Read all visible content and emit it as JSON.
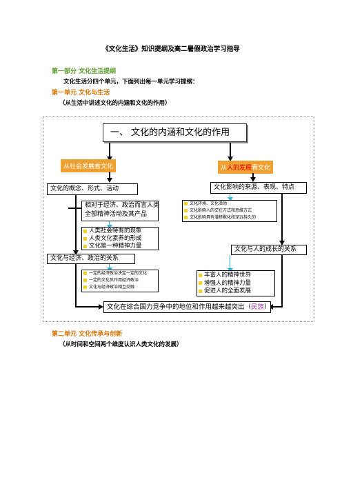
{
  "doc": {
    "title": "《文化生活》知识提纲及高二暑假政治学习指导",
    "part1_heading": "第一部分  文化生活提纲",
    "intro": "文化生活分四个单元，下面列出每一单元学习提纲：",
    "unit1_heading": "第一单元  文化与生活",
    "unit1_note": "（从生活中讲述文化的内涵和文化的作用）",
    "unit2_heading": "第二单元  文化传承与创新",
    "unit2_note": "（从时间和空间两个维度认识人类文化的发展）"
  },
  "diagram": {
    "main_title": "一、 文化的内涵和文化的作用",
    "left_label": "从社会发展看文化",
    "right_label_pre": "从",
    "right_label_red": "人的发展",
    "right_label_post": "看文化",
    "concept_box": "文化的概念、形式、活动",
    "relative_box": [
      "相对于经济、政治而言人类",
      "全部精神活动及其产品"
    ],
    "feature_list": [
      "人类社会特有的现象",
      "人类文化素养的形成",
      "文化是一种精神力量"
    ],
    "econ_box": "文化与经济、政治的关系",
    "econ_list": [
      "一定的经济政治决定一定的文化",
      "一定的文化反作用经济政治",
      "文化与经济政治相互交融"
    ],
    "influence_box": "文化影响的来源、表现、特点",
    "influence_list": [
      "文化环境、文化活动",
      "文化影响人的交往方式和思维方式",
      "文化影响具有潜移默化和深远持久的"
    ],
    "growth_box": "文化与人的成长的关系",
    "growth_list": [
      "丰富人的精神世界",
      "增强人的精神力量",
      "促进人的全面发展"
    ],
    "bottom_box_pre": "文化在综合国力竞争中的地位和作用越来越突出（",
    "bottom_box_em": "民族",
    "bottom_box_post": "）",
    "colors": {
      "orange_label": "#f0a030",
      "bullet": "#f0d020",
      "connector": "#2bb8e0",
      "em_text": "#9b3ea6"
    }
  }
}
